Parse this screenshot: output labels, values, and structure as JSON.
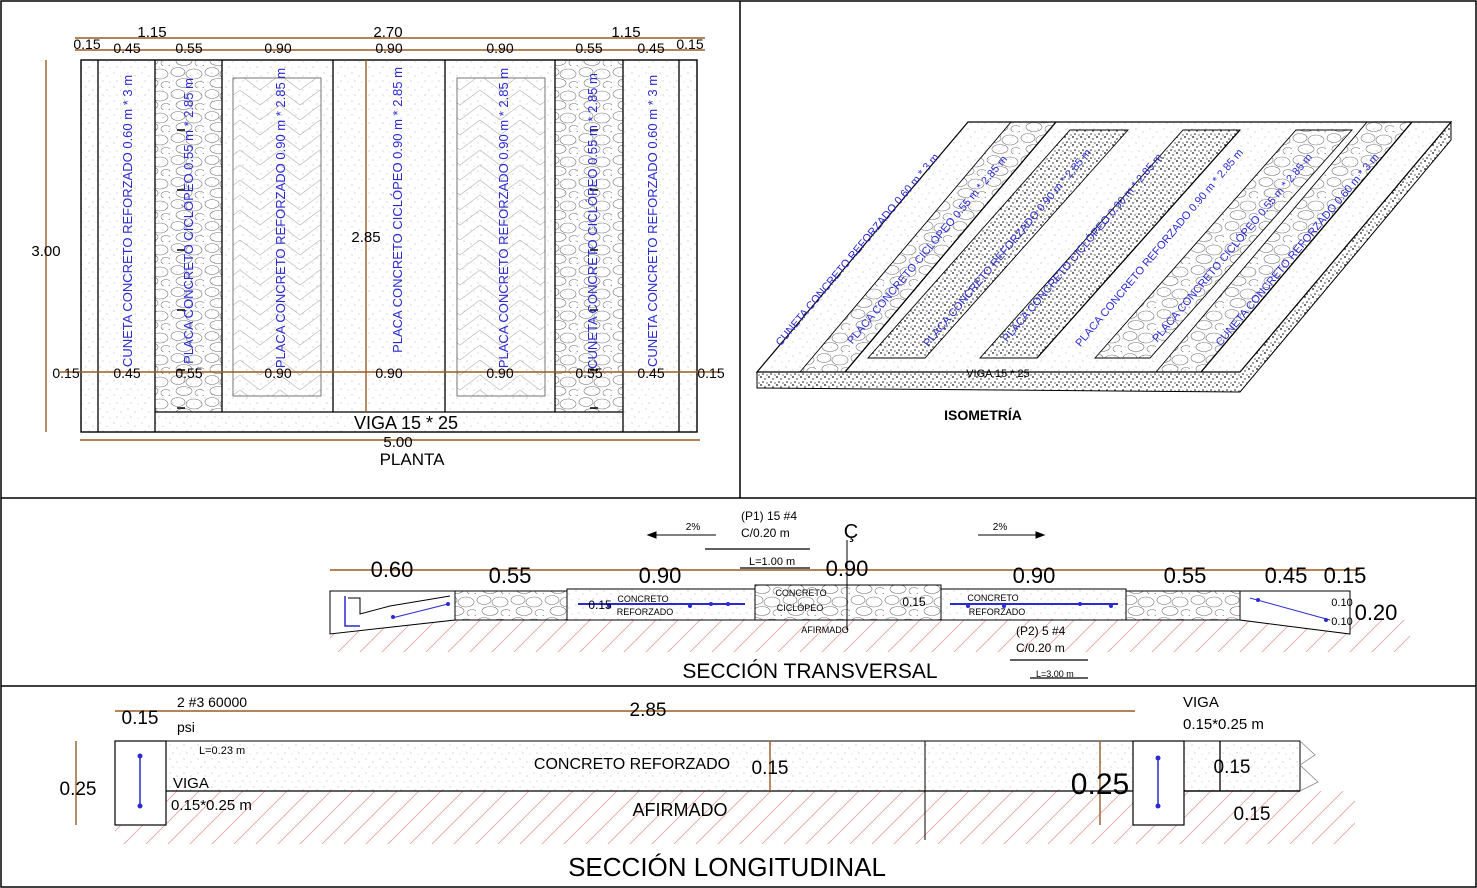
{
  "planta": {
    "title": "PLANTA",
    "top_dims": [
      "1.15",
      "2.70",
      "1.15"
    ],
    "second_dims": [
      "0.15",
      "0.45",
      "0.55",
      "0.90",
      "0.90",
      "0.90",
      "0.55",
      "0.45",
      "0.15"
    ],
    "mid_dims": [
      "0.15",
      "0.45",
      "0.55",
      "0.90",
      "0.90",
      "0.90",
      "0.55",
      "0.45",
      "0.15"
    ],
    "left_dim": "3.00",
    "center_dim": "2.85",
    "bottom_dim": "5.00",
    "viga": "VIGA 15 * 25",
    "strips": [
      "CUNETA CONCRETO REFORZADO 0.60 m * 3 m",
      "PLACA CONCRETO CICLÓPEO 0.55 m * 2.85 m",
      "PLACA CONCRETO REFORZADO 0.90 m * 2.85 m",
      "PLACA CONCRETO CICLÓPEO 0.90 m * 2.85 m",
      "PLACA CONCRETO REFORZADO 0.90 m * 2.85 m",
      "CUNETA CONCRETO CICLÓPEO 0.55 m * 2.85 m",
      "CUNETA CONCRETO REFORZADO 0.60 m * 3 m"
    ]
  },
  "isometria": {
    "title": "ISOMETRÍA",
    "viga": "VIGA 15 * 25",
    "strips": [
      "CUNETA CONCRETO REFORZADO 0.60 m * 3 m",
      "PLACA CONCRETO CICLÓPEO 0.55 m * 2.85 m",
      "PLACA CONCRETO REFORZADO 0.90 m * 2.85 m",
      "PLACA CONCRETO CICLÓPEO 0.90 m * 2.85 m",
      "PLACA CONCRETO REFORZADO 0.90 m * 2.85 m",
      "PLACA CONCRETO CICLÓPEO 0.55 m * 2.85 m",
      "CUNETA CONCRETO REFORZADO 0.60 m * 3 m"
    ]
  },
  "transversal": {
    "title": "SECCIÓN TRANSVERSAL",
    "p1_line1": "(P1) 15 #4",
    "p1_line2": "C/0.20 m",
    "p1_len": "L=1.00 m",
    "p2_line1": "(P2) 5 #4",
    "p2_line2": "C/0.20 m",
    "p2_len": "L=3.00 m",
    "slope_left": "2%",
    "slope_right": "2%",
    "centerline": "Ç",
    "dims": [
      "0.60",
      "0.55",
      "0.90",
      "0.90",
      "0.90",
      "0.55",
      "0.45",
      "0.15"
    ],
    "right_small_1": "0.10",
    "right_small_2": "0.10",
    "right_dim": "0.20",
    "thick_left": "0.15",
    "thick_right": "0.15",
    "concreto": "CONCRETO",
    "reforzado": "REFORZADO",
    "ciclopeo": "CICLÓPEO",
    "afirmado": "AFIRMADO"
  },
  "longitudinal": {
    "title": "SECCIÓN LONGITUDINAL",
    "dim_left": "0.15",
    "rebar_line1": "2 #3 60000",
    "rebar_line2": "psi",
    "rebar_len": "L=0.23 m",
    "dim_top": "2.85",
    "viga_label": "VIGA",
    "viga_size": "0.15*0.25 m",
    "viga_label_r": "VIGA",
    "viga_size_r": "0.15*0.25 m",
    "dim_height_left": "0.25",
    "concreto_reforzado": "CONCRETO REFORZADO",
    "thick": "0.15",
    "dim_height_right": "0.25",
    "right_dim1": "0.15",
    "right_dim2": "0.15",
    "afirmado": "AFIRMADO"
  }
}
